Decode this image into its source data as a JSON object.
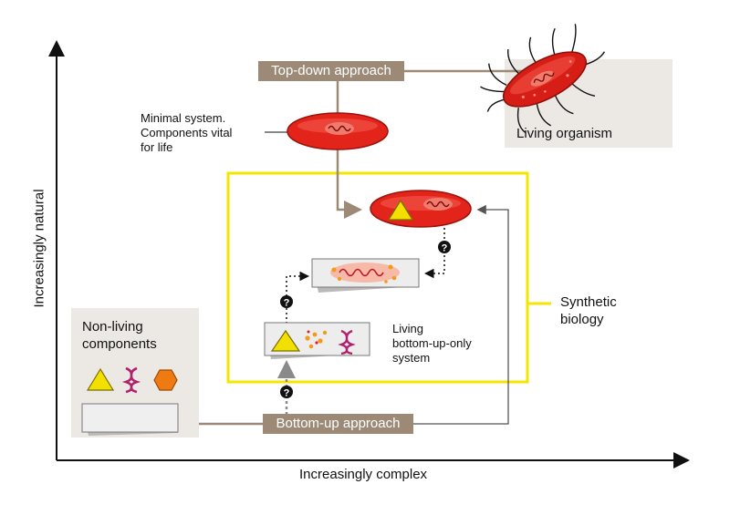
{
  "axes": {
    "x_label": "Increasingly complex",
    "y_label": "Increasingly natural"
  },
  "approaches": {
    "top_down": "Top-down approach",
    "bottom_up": "Bottom-up approach"
  },
  "labels": {
    "living_organism": "Living organism",
    "minimal_system": [
      "Minimal system.",
      "Components vital",
      "for life"
    ],
    "non_living": [
      "Non-living",
      "components"
    ],
    "bottom_up_only": [
      "Living",
      "bottom-up-only",
      "system"
    ],
    "synthetic_biology": [
      "Synthetic",
      "biology"
    ]
  },
  "colors": {
    "connector": "#9c8a77",
    "highlight_box": "#f5e600",
    "cell_red": "#e3241b",
    "gray_panel": "#ece9e4"
  },
  "icons": [
    "bacterium-icon",
    "cell-icon",
    "dna-icon",
    "triangle-icon",
    "hexagon-icon",
    "question-icon"
  ]
}
